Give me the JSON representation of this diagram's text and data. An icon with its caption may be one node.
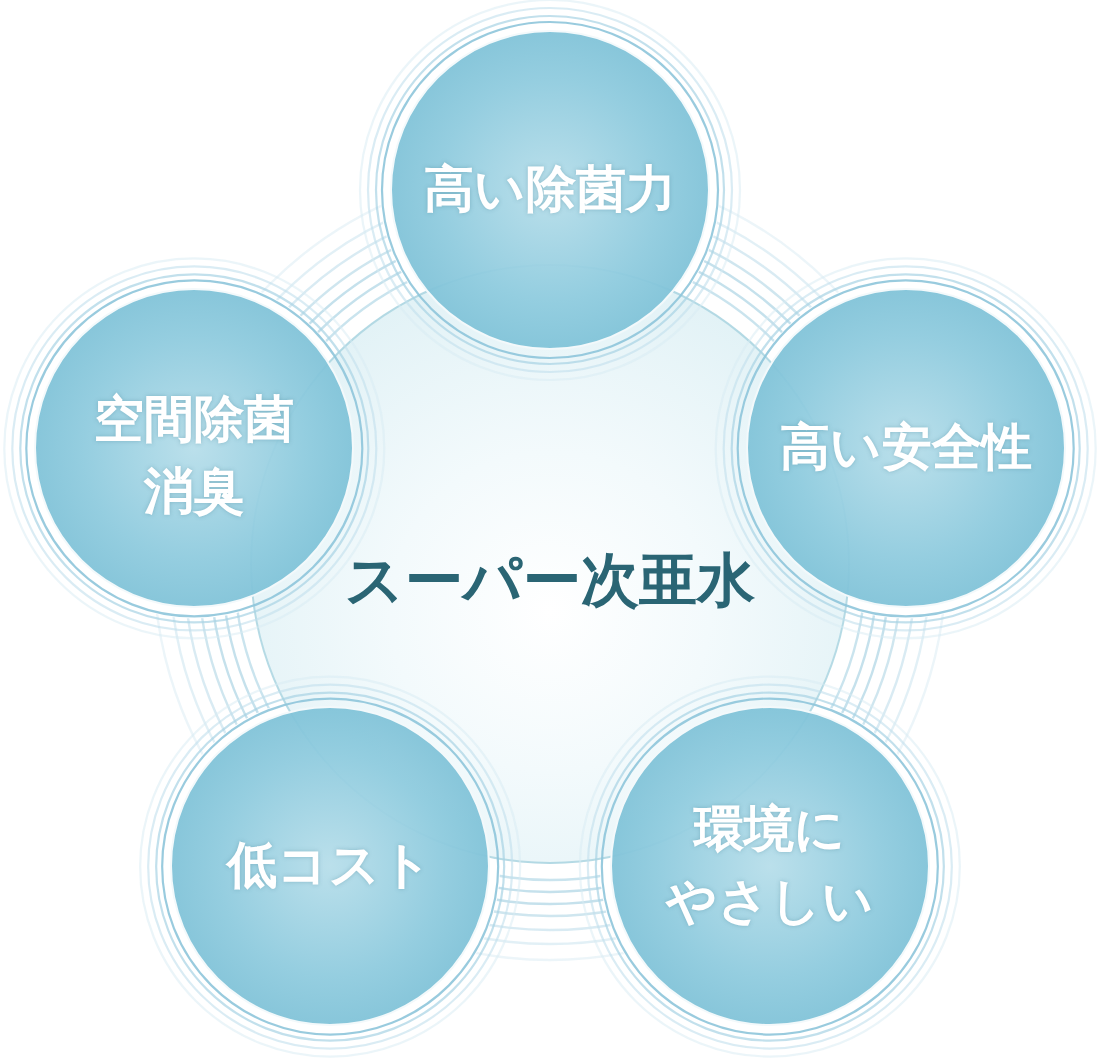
{
  "diagram": {
    "nodes": [
      {
        "text": [
          "高い除菌力"
        ]
      },
      {
        "text": [
          "空間除菌消臭"
        ]
      },
      {
        "text": [
          "高い安全性"
        ]
      },
      {
        "text": [
          "スーパー次亜水"
        ]
      },
      {
        "text": [
          "低コスト"
        ]
      },
      {
        "text": [
          "環境にやさしい"
        ]
      }
    ]
  }
}
